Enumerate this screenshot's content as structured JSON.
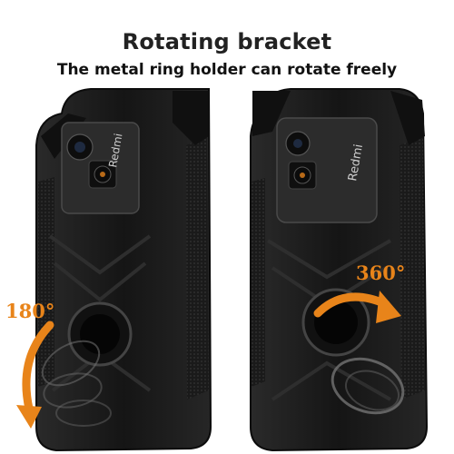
{
  "headline": "Rotating bracket",
  "subline": "The metal ring holder can rotate freely",
  "left_phone": {
    "brand_text": "Redmi",
    "rotation_label": "180°"
  },
  "right_phone": {
    "brand_text": "Redmi",
    "rotation_label": "360°"
  },
  "colors": {
    "case": "#1b1b1b",
    "case_edge": "#3a3a3a",
    "arrow": "#e8841a",
    "text": "#222222"
  }
}
